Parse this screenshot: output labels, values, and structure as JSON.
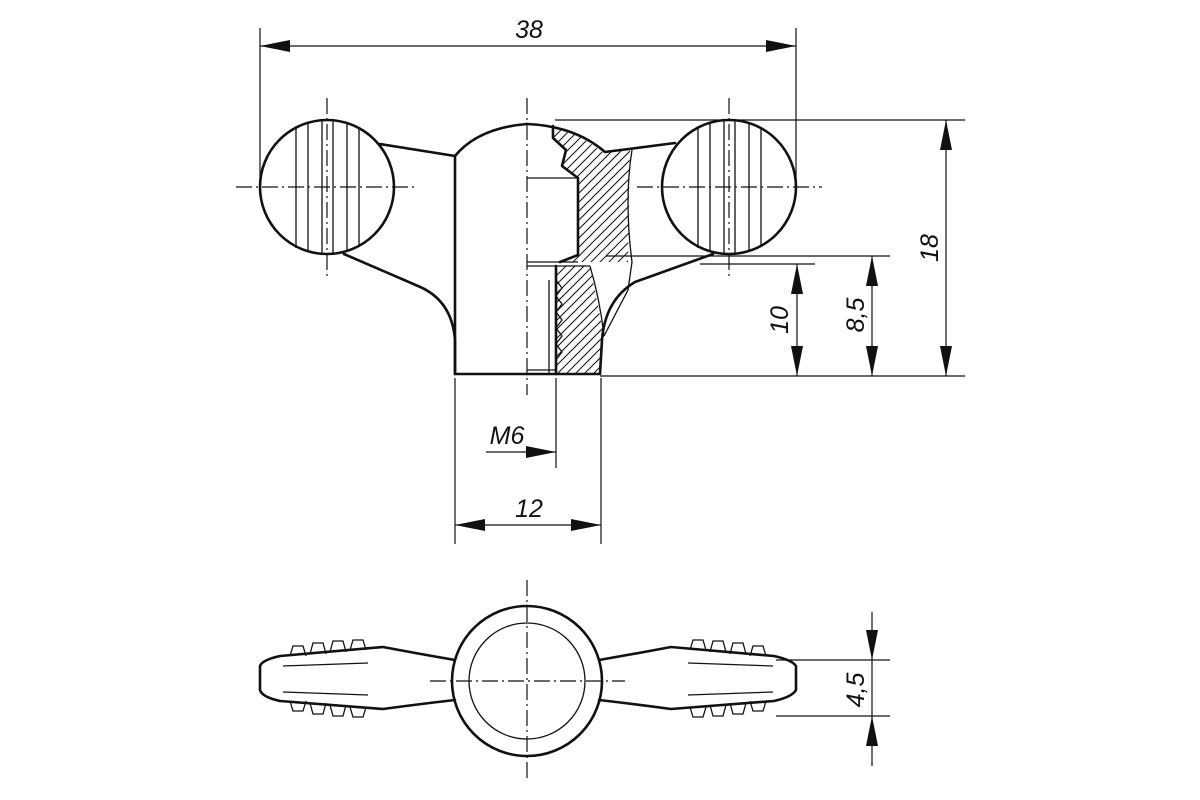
{
  "dimensions": {
    "overall_width": "38",
    "overall_height": "18",
    "height_10": "10",
    "height_8_5": "8,5",
    "thread": "M6",
    "hub_diameter": "12",
    "wing_thickness": "4,5"
  },
  "colors": {
    "ink": "#111111",
    "background": "#ffffff"
  }
}
